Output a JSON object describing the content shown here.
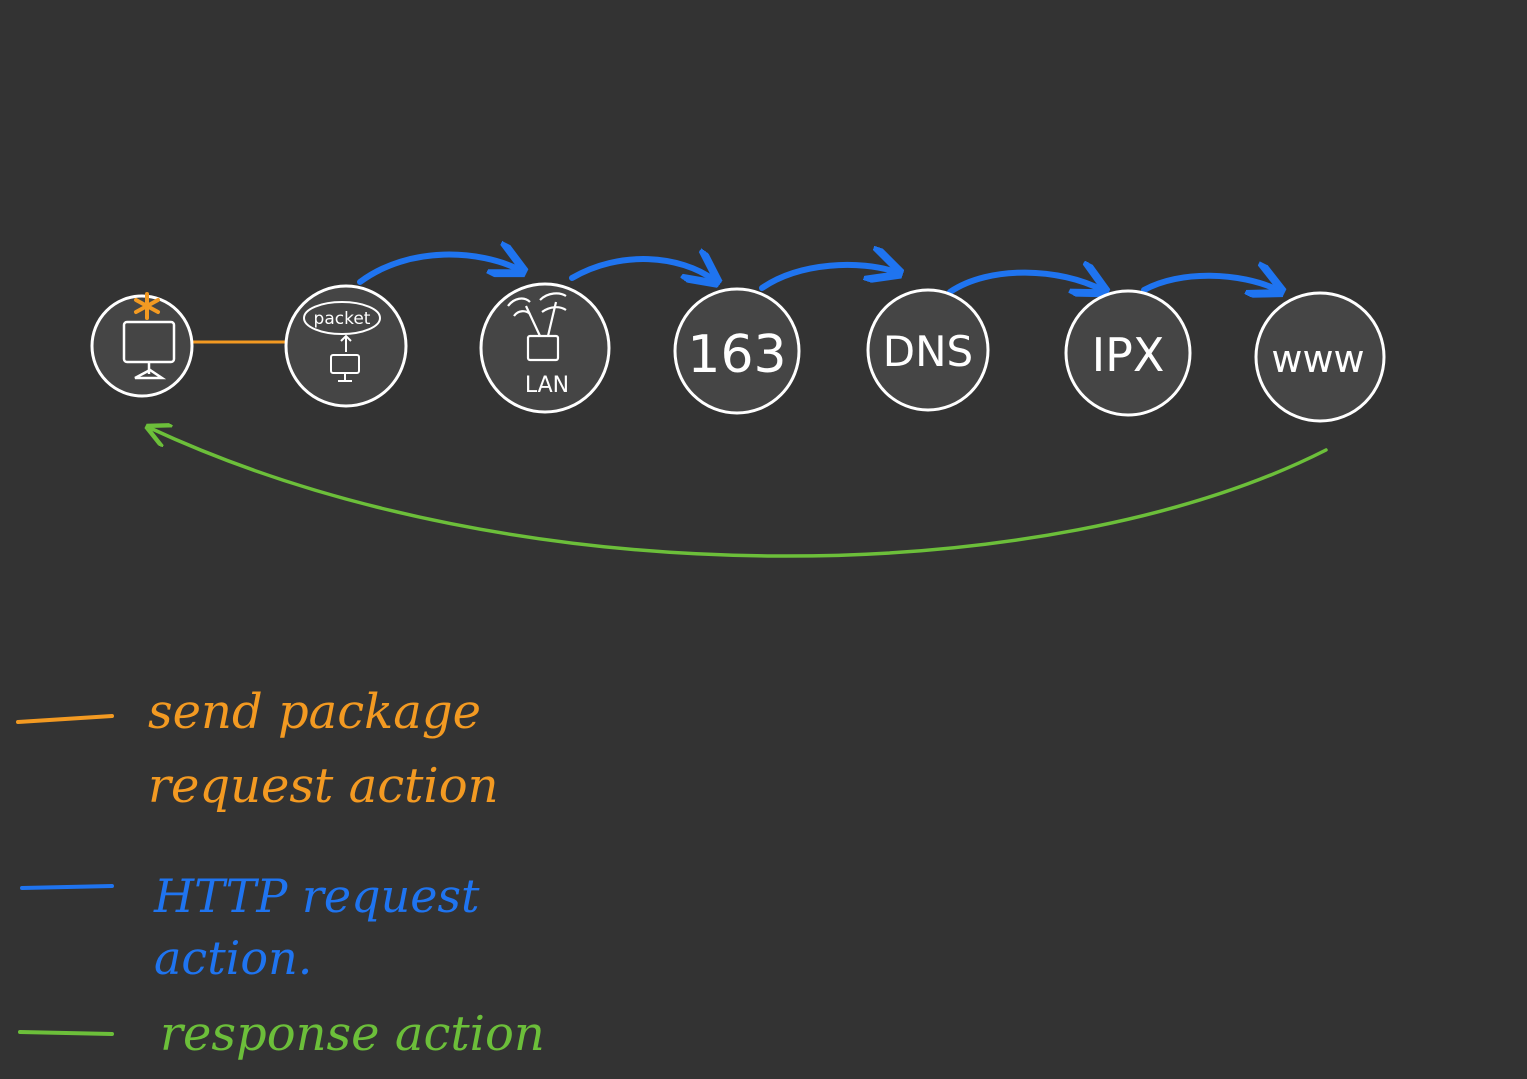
{
  "colors": {
    "background": "#333333",
    "node_fill": "#454545",
    "node_stroke": "#ffffff",
    "send": "#f39a22",
    "http": "#1f74f0",
    "response": "#6cbf3a"
  },
  "nodes": [
    {
      "id": "computer",
      "icon": "computer-icon",
      "label": ""
    },
    {
      "id": "packet",
      "icon": "packet-icon",
      "label": "packet"
    },
    {
      "id": "lan",
      "icon": "router-icon",
      "label": "LAN"
    },
    {
      "id": "isp",
      "icon": "",
      "label": "163"
    },
    {
      "id": "dns",
      "icon": "",
      "label": "DNS"
    },
    {
      "id": "ipx",
      "icon": "",
      "label": "IPX"
    },
    {
      "id": "www",
      "icon": "",
      "label": "www"
    }
  ],
  "legend": {
    "send": [
      "send package",
      "request action"
    ],
    "http": [
      "HTTP request",
      "action."
    ],
    "response": [
      "response action"
    ]
  }
}
